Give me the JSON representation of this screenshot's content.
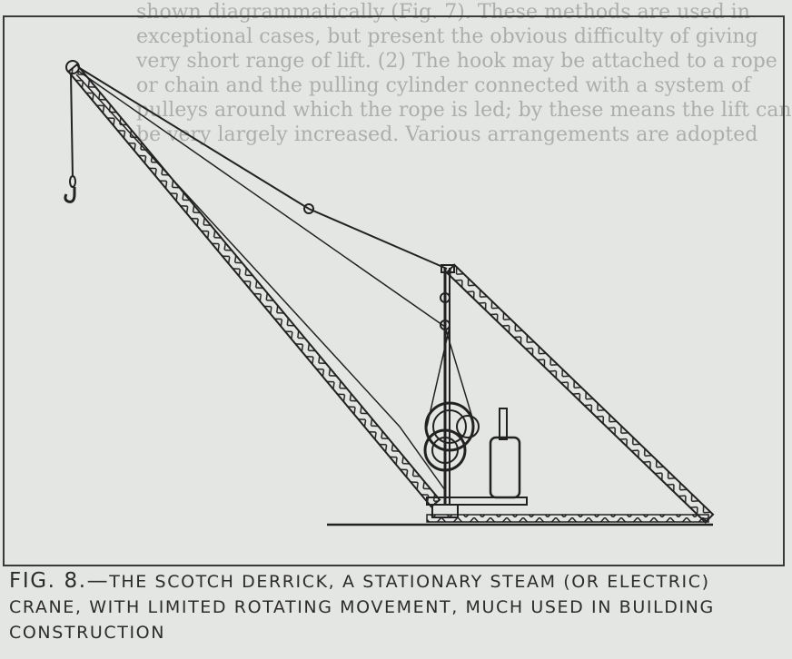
{
  "bleed_through_text": [
    "shown diagrammatically (Fig. 7). These methods are used in",
    "exceptional cases, but present the obvious difficulty of giving",
    "very short range of lift. (2) The hook may be attached to a rope",
    "or chain and the pulling cylinder connected with a system of",
    "pulleys around which the rope is led; by these means the lift can",
    "be very largely increased. Various arrangements are adopted"
  ],
  "figure": {
    "caption_prefix": "Fig. 8.—",
    "caption_text": "The scotch derrick, a stationary steam (or electric) crane, with limited rotating movement, much used in building construction"
  }
}
